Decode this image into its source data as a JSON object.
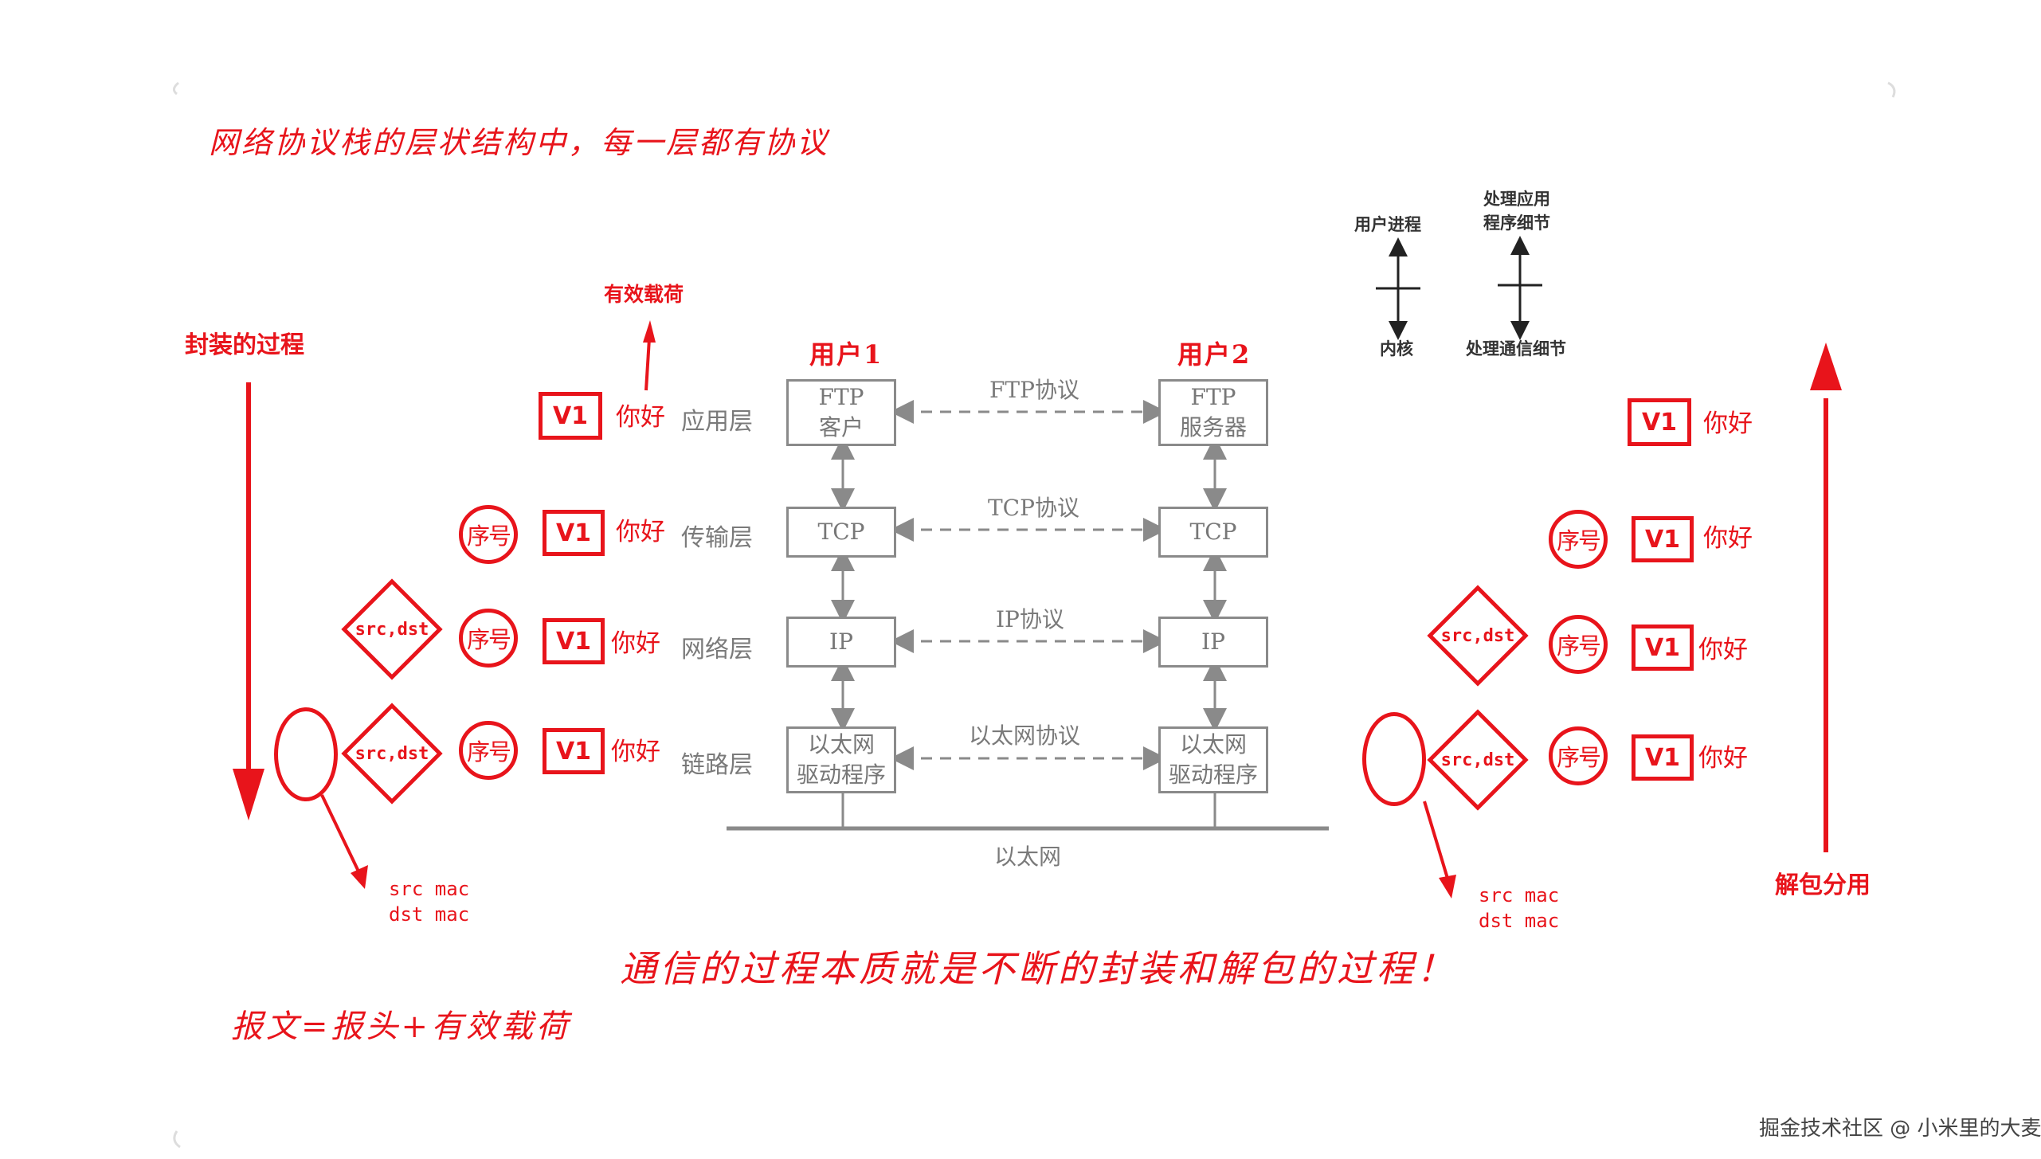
{
  "title": "网络协议栈的层状结构中，每一层都有协议",
  "encapsulate_label": "封装的过程",
  "decapsulate_label": "解包分用",
  "payload_label": "有效载荷",
  "conclusion": "通信的过程本质就是不断的封装和解包的过程！",
  "formula": "报文=报头+有效载荷",
  "users": {
    "left": "用户1",
    "right": "用户2"
  },
  "layers": [
    "应用层",
    "传输层",
    "网络层",
    "链路层"
  ],
  "left_boxes": [
    "FTP 客户",
    "TCP",
    "IP",
    "以太网 驱动程序"
  ],
  "left_boxes_lines": [
    [
      "FTP",
      "客户"
    ],
    [
      "TCP"
    ],
    [
      "IP"
    ],
    [
      "以太网",
      "驱动程序"
    ]
  ],
  "right_boxes_lines": [
    [
      "FTP",
      "服务器"
    ],
    [
      "TCP"
    ],
    [
      "IP"
    ],
    [
      "以太网",
      "驱动程序"
    ]
  ],
  "protocols": [
    "FTP协议",
    "TCP协议",
    "IP协议",
    "以太网协议"
  ],
  "ethernet_label": "以太网",
  "legend": {
    "user_process": "用户进程",
    "kernel": "内核",
    "app_detail_1": "处理应用",
    "app_detail_2": "程序细节",
    "comm_detail": "处理通信细节"
  },
  "header_tags": {
    "v1": "V1",
    "seq": "序号",
    "src_dst": "src,dst",
    "hello": "你好"
  },
  "mac_label": {
    "line1": "src mac",
    "line2": "dst mac"
  },
  "footer": "掘金技术社区 @ 小米里的大麦",
  "colors": {
    "accent": "#e8141b",
    "box_border": "#8a8a8a",
    "text_gray": "#7a7a7a"
  }
}
